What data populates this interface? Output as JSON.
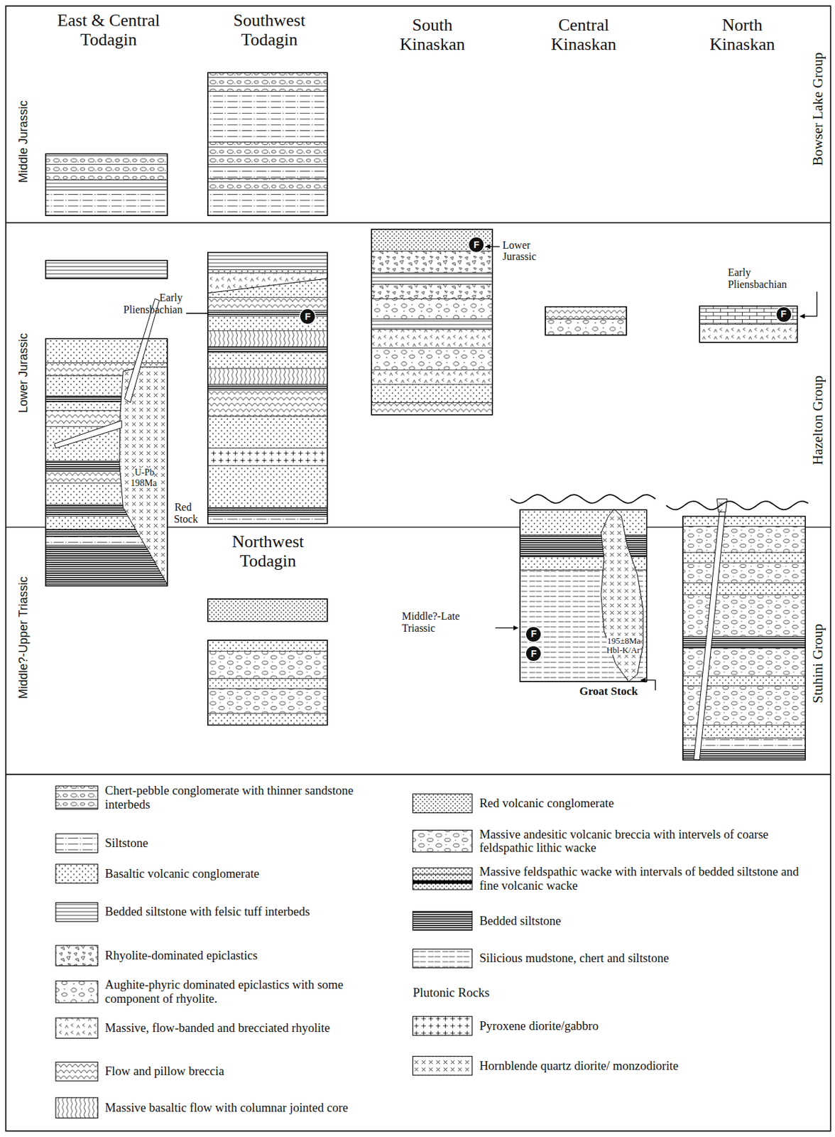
{
  "diagram": {
    "nodes": [
      {
        "text": [
          "F"
        ]
      },
      {
        "text": [
          "F"
        ]
      },
      {
        "text": [
          "F"
        ]
      },
      {
        "text": [
          "F"
        ]
      },
      {
        "text": [
          "F"
        ]
      }
    ],
    "labels": [
      "East & Central Todagin",
      "Southwest Todagin",
      "South Kinaskan",
      "Central Kinaskan",
      "North Kinaskan",
      "Bowser Lake Group",
      "Middle Jurassic",
      "Lower Jurassic",
      "Early Pliensbachian",
      "Early Pliensbachian",
      "Lower Jurassic",
      "Hazelton Group",
      "U-Pb 198Ma",
      "Red Stock",
      "Northwest Todagin",
      "Middle?-Upper Triassic",
      "Stuhini Group",
      "Middle?-Late Triassic",
      "195±8Ma Hbl-K/Ar",
      "Groat Stock",
      "Plutonic Rocks"
    ],
    "legend": [
      {
        "text": "Chert-pebble conglomerate with thinner sandstone interbeds"
      },
      {
        "text": "Siltstone"
      },
      {
        "text": "Basaltic volcanic conglomerate"
      },
      {
        "text": "Bedded siltstone with felsic tuff interbeds"
      },
      {
        "text": "Rhyolite-dominated epiclastics"
      },
      {
        "text": "Aughite-phyric dominated epiclastics with some component of rhyolite."
      },
      {
        "text": "Massive, flow-banded and brecciated rhyolite"
      },
      {
        "text": "Flow and pillow breccia"
      },
      {
        "text": "Massive basaltic flow with columnar jointed core"
      },
      {
        "text": "Red volcanic conglomerate"
      },
      {
        "text": "Massive andesitic volcanic breccia with intervels of coarse feldspathic lithic wacke"
      },
      {
        "text": "Massive feldspathic wacke with intervals of bedded siltstone and fine volcanic wacke"
      },
      {
        "text": "Bedded siltstone"
      },
      {
        "text": "Silicious mudstone, chert and siltstone"
      },
      {
        "text": "Pyroxene diorite/gabbro"
      },
      {
        "text": "Hornblende quartz diorite/ monzodiorite"
      }
    ]
  }
}
